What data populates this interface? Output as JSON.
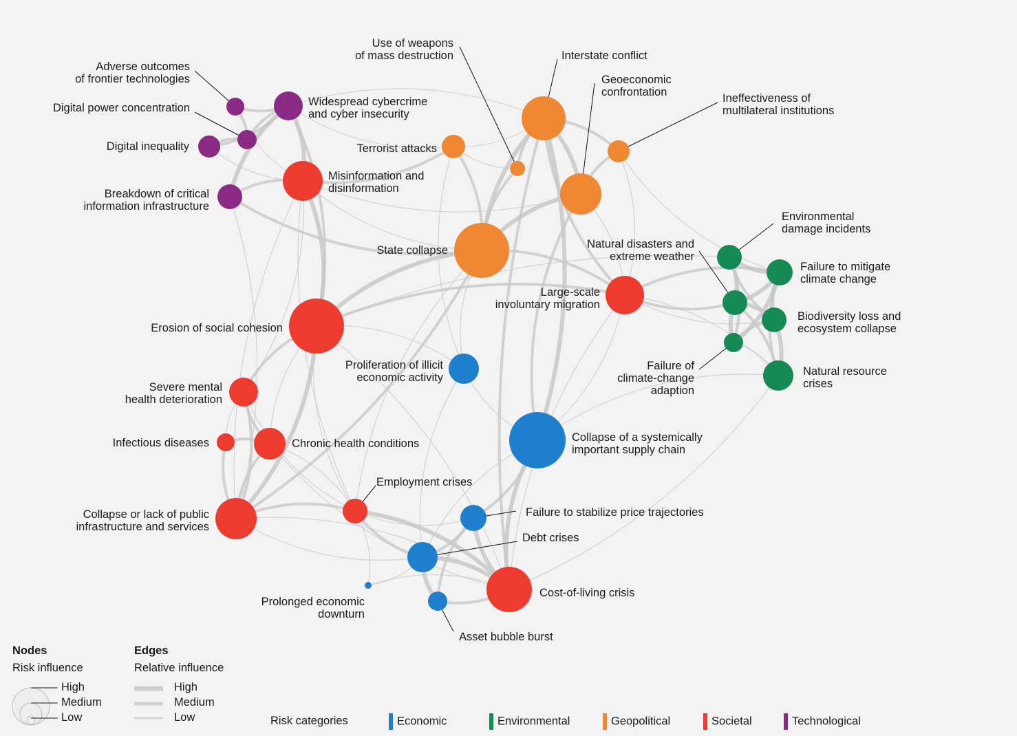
{
  "colors": {
    "Economic": "#1f7fcc",
    "Environmental": "#168a54",
    "Geopolitical": "#ef8733",
    "Societal": "#ee3b30",
    "Technological": "#8b2a83",
    "edge": "#c8c8c8"
  },
  "nodes": [
    {
      "id": "adverse",
      "label": [
        "Adverse outcomes",
        "of frontier technologies"
      ],
      "cat": "Technological",
      "influence": "low"
    },
    {
      "id": "cyber",
      "label": [
        "Widespread cybercrime",
        "and cyber insecurity"
      ],
      "cat": "Technological",
      "influence": "medium"
    },
    {
      "id": "digpower",
      "label": [
        "Digital power concentration"
      ],
      "cat": "Technological",
      "influence": "low"
    },
    {
      "id": "diginequal",
      "label": [
        "Digital inequality"
      ],
      "cat": "Technological",
      "influence": "low"
    },
    {
      "id": "breakdown",
      "label": [
        "Breakdown of critical",
        "information infrastructure"
      ],
      "cat": "Technological",
      "influence": "low"
    },
    {
      "id": "misinfo",
      "label": [
        "Misinformation and",
        "disinformation"
      ],
      "cat": "Societal",
      "influence": "high"
    },
    {
      "id": "wmd",
      "label": [
        "Use of weapons",
        "of mass destruction"
      ],
      "cat": "Geopolitical",
      "influence": "low"
    },
    {
      "id": "terror",
      "label": [
        "Terrorist attacks"
      ],
      "cat": "Geopolitical",
      "influence": "low"
    },
    {
      "id": "interstate",
      "label": [
        "Interstate conflict"
      ],
      "cat": "Geopolitical",
      "influence": "high"
    },
    {
      "id": "geoecon",
      "label": [
        "Geoeconomic",
        "confrontation"
      ],
      "cat": "Geopolitical",
      "influence": "high"
    },
    {
      "id": "multilat",
      "label": [
        "Ineffectiveness of",
        "multilateral institutions"
      ],
      "cat": "Geopolitical",
      "influence": "low"
    },
    {
      "id": "statecollapse",
      "label": [
        "State collapse"
      ],
      "cat": "Geopolitical",
      "influence": "high"
    },
    {
      "id": "migration",
      "label": [
        "Large-scale",
        "involuntary migration"
      ],
      "cat": "Societal",
      "influence": "high"
    },
    {
      "id": "cohesion",
      "label": [
        "Erosion of social cohesion"
      ],
      "cat": "Societal",
      "influence": "high"
    },
    {
      "id": "illicit",
      "label": [
        "Proliferation of illicit",
        "economic activity"
      ],
      "cat": "Economic",
      "influence": "medium"
    },
    {
      "id": "envdamage",
      "label": [
        "Environmental",
        "damage incidents"
      ],
      "cat": "Environmental",
      "influence": "medium"
    },
    {
      "id": "natdisaster",
      "label": [
        "Natural disasters and",
        "extreme weather"
      ],
      "cat": "Environmental",
      "influence": "medium"
    },
    {
      "id": "mitigate",
      "label": [
        "Failure to mitigate",
        "climate change"
      ],
      "cat": "Environmental",
      "influence": "medium"
    },
    {
      "id": "biodiv",
      "label": [
        "Biodiversity loss and",
        "ecosystem collapse"
      ],
      "cat": "Environmental",
      "influence": "medium"
    },
    {
      "id": "adapt",
      "label": [
        "Failure of",
        "climate-change",
        "adaption"
      ],
      "cat": "Environmental",
      "influence": "low"
    },
    {
      "id": "natres",
      "label": [
        "Natural resource",
        "crises"
      ],
      "cat": "Environmental",
      "influence": "medium"
    },
    {
      "id": "mental",
      "label": [
        "Severe mental",
        "health deterioration"
      ],
      "cat": "Societal",
      "influence": "medium"
    },
    {
      "id": "infectious",
      "label": [
        "Infectious diseases"
      ],
      "cat": "Societal",
      "influence": "low"
    },
    {
      "id": "chronic",
      "label": [
        "Chronic health conditions"
      ],
      "cat": "Societal",
      "influence": "medium"
    },
    {
      "id": "supplychain",
      "label": [
        "Collapse of a systemically",
        "important supply chain"
      ],
      "cat": "Economic",
      "influence": "high"
    },
    {
      "id": "employment",
      "label": [
        "Employment crises"
      ],
      "cat": "Societal",
      "influence": "low"
    },
    {
      "id": "publicinfra",
      "label": [
        "Collapse or lack of public",
        "infrastructure and services"
      ],
      "cat": "Societal",
      "influence": "high"
    },
    {
      "id": "price",
      "label": [
        "Failure to stabilize price trajectories"
      ],
      "cat": "Economic",
      "influence": "medium"
    },
    {
      "id": "debt",
      "label": [
        "Debt crises"
      ],
      "cat": "Economic",
      "influence": "medium"
    },
    {
      "id": "downturn",
      "label": [
        "Prolonged economic",
        "downturn"
      ],
      "cat": "Economic",
      "influence": "low"
    },
    {
      "id": "costliving",
      "label": [
        "Cost-of-living crisis"
      ],
      "cat": "Societal",
      "influence": "high"
    },
    {
      "id": "bubble",
      "label": [
        "Asset bubble burst"
      ],
      "cat": "Economic",
      "influence": "low"
    }
  ],
  "edges": [
    [
      "cyber",
      "misinfo",
      "high"
    ],
    [
      "cyber",
      "breakdown",
      "high"
    ],
    [
      "cyber",
      "adverse",
      "medium"
    ],
    [
      "cyber",
      "digpower",
      "medium"
    ],
    [
      "cyber",
      "diginequal",
      "medium"
    ],
    [
      "digpower",
      "diginequal",
      "medium"
    ],
    [
      "adverse",
      "digpower",
      "medium"
    ],
    [
      "adverse",
      "misinfo",
      "low"
    ],
    [
      "breakdown",
      "misinfo",
      "medium"
    ],
    [
      "diginequal",
      "misinfo",
      "low"
    ],
    [
      "cyber",
      "cohesion",
      "medium"
    ],
    [
      "breakdown",
      "statecollapse",
      "medium"
    ],
    [
      "misinfo",
      "cohesion",
      "high"
    ],
    [
      "misinfo",
      "statecollapse",
      "low"
    ],
    [
      "cyber",
      "interstate",
      "low"
    ],
    [
      "cyber",
      "terror",
      "low"
    ],
    [
      "terror",
      "statecollapse",
      "medium"
    ],
    [
      "terror",
      "interstate",
      "low"
    ],
    [
      "terror",
      "misinfo",
      "medium"
    ],
    [
      "interstate",
      "statecollapse",
      "high"
    ],
    [
      "interstate",
      "geoecon",
      "high"
    ],
    [
      "interstate",
      "migration",
      "medium"
    ],
    [
      "interstate",
      "multilat",
      "medium"
    ],
    [
      "interstate",
      "wmd",
      "medium"
    ],
    [
      "interstate",
      "supplychain",
      "high"
    ],
    [
      "geoecon",
      "statecollapse",
      "high"
    ],
    [
      "geoecon",
      "multilat",
      "medium"
    ],
    [
      "geoecon",
      "supplychain",
      "medium"
    ],
    [
      "geoecon",
      "migration",
      "low"
    ],
    [
      "wmd",
      "statecollapse",
      "medium"
    ],
    [
      "wmd",
      "terror",
      "low"
    ],
    [
      "statecollapse",
      "cohesion",
      "high"
    ],
    [
      "statecollapse",
      "migration",
      "medium"
    ],
    [
      "statecollapse",
      "illicit",
      "low"
    ],
    [
      "statecollapse",
      "publicinfra",
      "medium"
    ],
    [
      "statecollapse",
      "employment",
      "low"
    ],
    [
      "cohesion",
      "migration",
      "medium"
    ],
    [
      "cohesion",
      "mental",
      "medium"
    ],
    [
      "cohesion",
      "publicinfra",
      "high"
    ],
    [
      "cohesion",
      "chronic",
      "low"
    ],
    [
      "cohesion",
      "illicit",
      "low"
    ],
    [
      "cohesion",
      "employment",
      "low"
    ],
    [
      "cohesion",
      "costliving",
      "low"
    ],
    [
      "migration",
      "natdisaster",
      "medium"
    ],
    [
      "migration",
      "mitigate",
      "medium"
    ],
    [
      "migration",
      "biodiv",
      "low"
    ],
    [
      "migration",
      "natres",
      "low"
    ],
    [
      "migration",
      "costliving",
      "low"
    ],
    [
      "migration",
      "supplychain",
      "low"
    ],
    [
      "envdamage",
      "mitigate",
      "high"
    ],
    [
      "envdamage",
      "natdisaster",
      "high"
    ],
    [
      "envdamage",
      "biodiv",
      "medium"
    ],
    [
      "envdamage",
      "adapt",
      "medium"
    ],
    [
      "natdisaster",
      "mitigate",
      "high"
    ],
    [
      "natdisaster",
      "biodiv",
      "high"
    ],
    [
      "natdisaster",
      "adapt",
      "high"
    ],
    [
      "natdisaster",
      "natres",
      "medium"
    ],
    [
      "mitigate",
      "biodiv",
      "high"
    ],
    [
      "mitigate",
      "adapt",
      "high"
    ],
    [
      "mitigate",
      "natres",
      "medium"
    ],
    [
      "biodiv",
      "natres",
      "high"
    ],
    [
      "biodiv",
      "adapt",
      "medium"
    ],
    [
      "adapt",
      "natres",
      "low"
    ],
    [
      "natres",
      "supplychain",
      "low"
    ],
    [
      "natres",
      "costliving",
      "low"
    ],
    [
      "mental",
      "chronic",
      "medium"
    ],
    [
      "mental",
      "publicinfra",
      "medium"
    ],
    [
      "mental",
      "employment",
      "low"
    ],
    [
      "infectious",
      "chronic",
      "medium"
    ],
    [
      "infectious",
      "publicinfra",
      "medium"
    ],
    [
      "infectious",
      "mental",
      "low"
    ],
    [
      "chronic",
      "publicinfra",
      "medium"
    ],
    [
      "chronic",
      "employment",
      "low"
    ],
    [
      "chronic",
      "costliving",
      "low"
    ],
    [
      "publicinfra",
      "employment",
      "medium"
    ],
    [
      "publicinfra",
      "debt",
      "low"
    ],
    [
      "publicinfra",
      "costliving",
      "low"
    ],
    [
      "employment",
      "debt",
      "medium"
    ],
    [
      "employment",
      "costliving",
      "high"
    ],
    [
      "employment",
      "price",
      "low"
    ],
    [
      "employment",
      "downturn",
      "low"
    ],
    [
      "supplychain",
      "costliving",
      "high"
    ],
    [
      "supplychain",
      "price",
      "medium"
    ],
    [
      "supplychain",
      "debt",
      "low"
    ],
    [
      "supplychain",
      "illicit",
      "low"
    ],
    [
      "price",
      "costliving",
      "high"
    ],
    [
      "price",
      "debt",
      "medium"
    ],
    [
      "price",
      "bubble",
      "medium"
    ],
    [
      "debt",
      "costliving",
      "high"
    ],
    [
      "debt",
      "bubble",
      "high"
    ],
    [
      "debt",
      "downturn",
      "low"
    ],
    [
      "bubble",
      "costliving",
      "medium"
    ],
    [
      "downturn",
      "costliving",
      "low"
    ],
    [
      "illicit",
      "debt",
      "low"
    ],
    [
      "illicit",
      "terror",
      "low"
    ],
    [
      "misinfo",
      "publicinfra",
      "low"
    ],
    [
      "breakdown",
      "publicinfra",
      "low"
    ],
    [
      "misinfo",
      "geoecon",
      "low"
    ],
    [
      "multilat",
      "migration",
      "low"
    ],
    [
      "multilat",
      "mitigate",
      "low"
    ],
    [
      "cohesion",
      "envdamage",
      "low"
    ],
    [
      "interstate",
      "costliving",
      "medium"
    ],
    [
      "misinfo",
      "mental",
      "low"
    ],
    [
      "misinfo",
      "employment",
      "low"
    ]
  ],
  "legend": {
    "nodes_title": "Nodes",
    "nodes_sub": "Risk influence",
    "edges_title": "Edges",
    "edges_sub": "Relative influence",
    "levels": [
      "High",
      "Medium",
      "Low"
    ],
    "categories_title": "Risk categories",
    "categories": [
      "Economic",
      "Environmental",
      "Geopolitical",
      "Societal",
      "Technological"
    ]
  }
}
